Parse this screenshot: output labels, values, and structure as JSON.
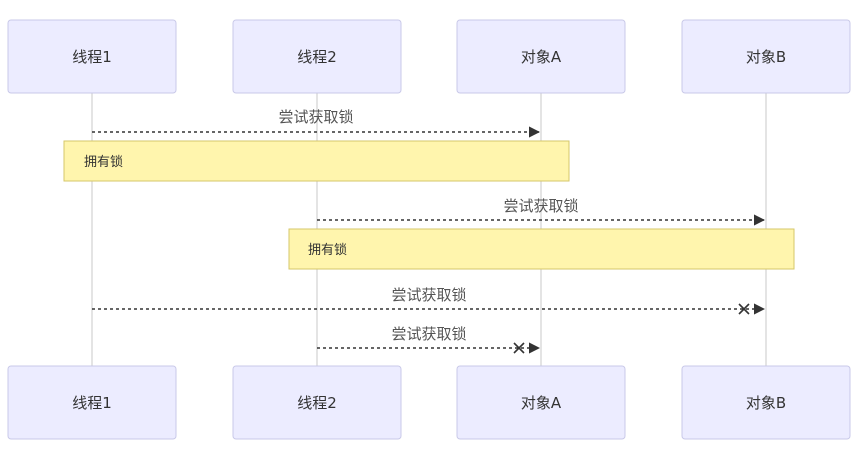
{
  "actors": [
    {
      "id": "t1",
      "label": "线程1"
    },
    {
      "id": "t2",
      "label": "线程2"
    },
    {
      "id": "oa",
      "label": "对象A"
    },
    {
      "id": "ob",
      "label": "对象B"
    }
  ],
  "messages": [
    {
      "from": "t1",
      "to": "oa",
      "label": "尝试获取锁",
      "blocked": false
    },
    {
      "from": "t2",
      "to": "ob",
      "label": "尝试获取锁",
      "blocked": false
    },
    {
      "from": "t1",
      "to": "ob",
      "label": "尝试获取锁",
      "blocked": true
    },
    {
      "from": "t2",
      "to": "oa",
      "label": "尝试获取锁",
      "blocked": true
    }
  ],
  "notes": [
    {
      "over": [
        "t1",
        "oa"
      ],
      "text": "拥有锁"
    },
    {
      "over": [
        "t2",
        "ob"
      ],
      "text": "拥有锁"
    }
  ],
  "colors": {
    "actor_fill": "#ececff",
    "note_fill": "#fff5ad",
    "line": "#333333"
  }
}
